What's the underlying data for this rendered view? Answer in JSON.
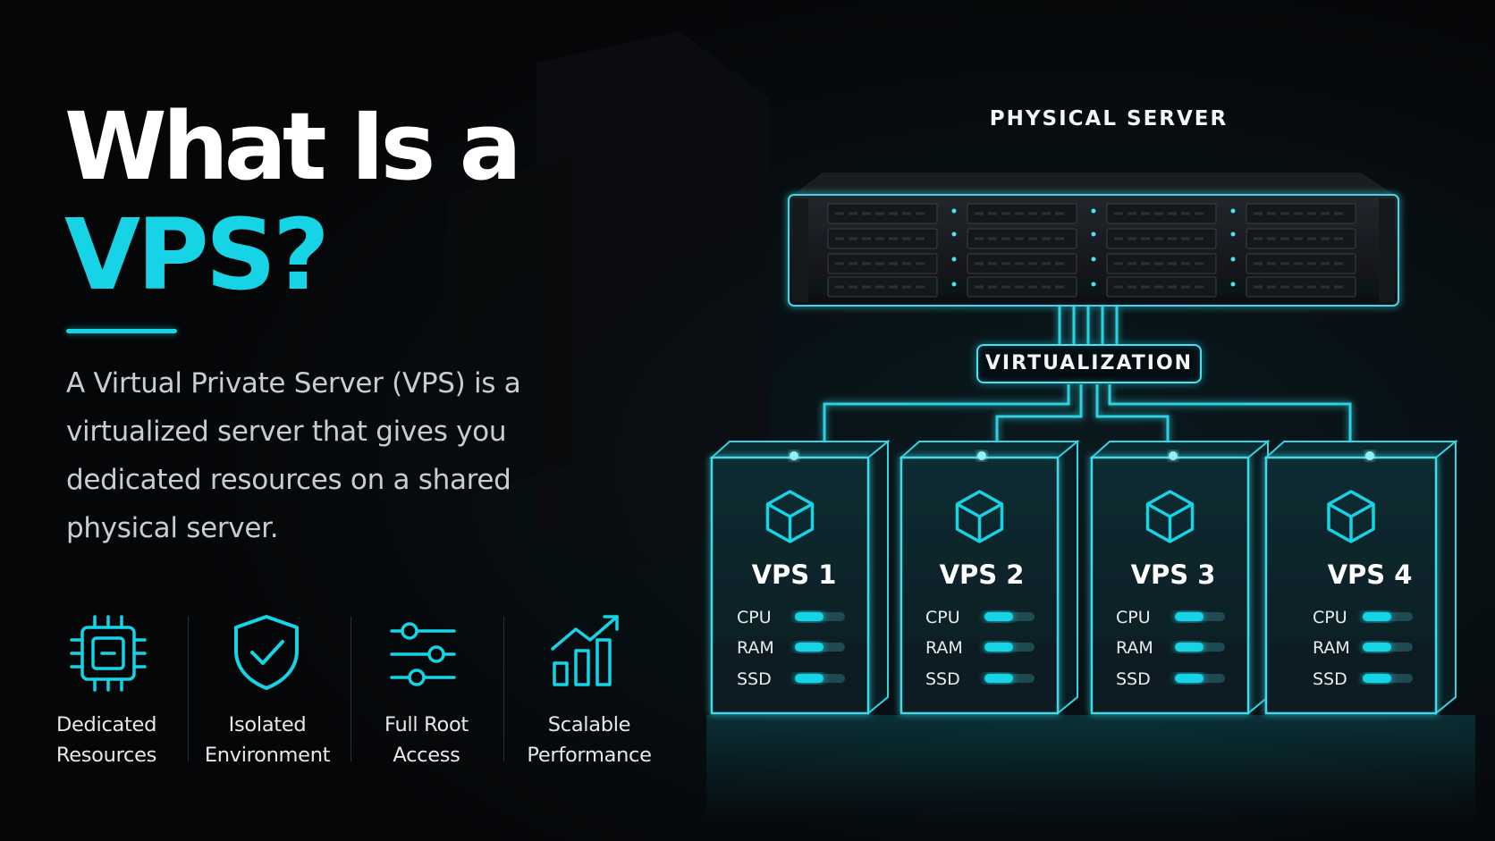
{
  "headline": {
    "line1": "What Is a",
    "line2": "VPS?"
  },
  "description": "A Virtual Private Server (VPS) is a virtualized server that gives you dedicated resources on a shared physical server.",
  "features": [
    {
      "icon": "chip-icon",
      "line1": "Dedicated",
      "line2": "Resources"
    },
    {
      "icon": "shield-check-icon",
      "line1": "Isolated",
      "line2": "Environment"
    },
    {
      "icon": "sliders-icon",
      "line1": "Full Root",
      "line2": "Access"
    },
    {
      "icon": "growth-chart-icon",
      "line1": "Scalable",
      "line2": "Performance"
    }
  ],
  "diagram": {
    "physical_server_label": "PHYSICAL SERVER",
    "virtualization_label": "VIRTUALIZATION",
    "vps_nodes": [
      {
        "name": "VPS 1",
        "cpu": "CPU",
        "ram": "RAM",
        "ssd": "SSD"
      },
      {
        "name": "VPS 2",
        "cpu": "CPU",
        "ram": "RAM",
        "ssd": "SSD"
      },
      {
        "name": "VPS 3",
        "cpu": "CPU",
        "ram": "RAM",
        "ssd": "SSD"
      },
      {
        "name": "VPS 4",
        "cpu": "CPU",
        "ram": "RAM",
        "ssd": "SSD"
      }
    ]
  },
  "colors": {
    "accent": "#16d3e6",
    "background": "#050608",
    "text": "#ffffff",
    "muted_text": "#c9cdd2"
  }
}
